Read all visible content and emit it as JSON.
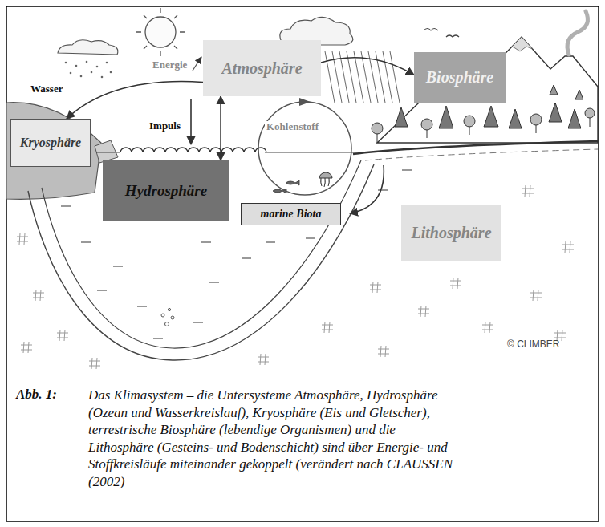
{
  "diagram": {
    "caption": "Das Klimasystem – die Untersysteme Atmosphäre, Hydrosphäre (Ozean und Wasserkreislauf), Kryosphäre (Eis und Gletscher), terrestrische Biosphäre (lebendige Organismen) und die Lithosphäre (Gesteins- und Bodenschicht) sind über Energie- und Stoffkreisläufe miteinander gekoppelt (verändert nach CLAUSSEN (2002)",
    "nodes": [
      {
        "text": [
          "Atmosphäre"
        ]
      },
      {
        "text": [
          "Biosphäre"
        ]
      },
      {
        "text": [
          "Kryosphäre"
        ]
      },
      {
        "text": [
          "Hydrosphäre"
        ]
      },
      {
        "text": [
          "marine Biota"
        ]
      },
      {
        "text": [
          "Lithosphäre"
        ]
      }
    ],
    "edges": [
      {
        "from": 0,
        "to": 2,
        "arrow": "to"
      },
      {
        "from": 0,
        "to": 3,
        "arrow": "both"
      },
      {
        "from": 0,
        "to": 1,
        "arrow": "to"
      }
    ],
    "labels": [
      "Energie",
      "Wasser",
      "Impuls",
      "Kohlenstoff",
      "© CLIMBER",
      "Abb. 1:"
    ]
  }
}
